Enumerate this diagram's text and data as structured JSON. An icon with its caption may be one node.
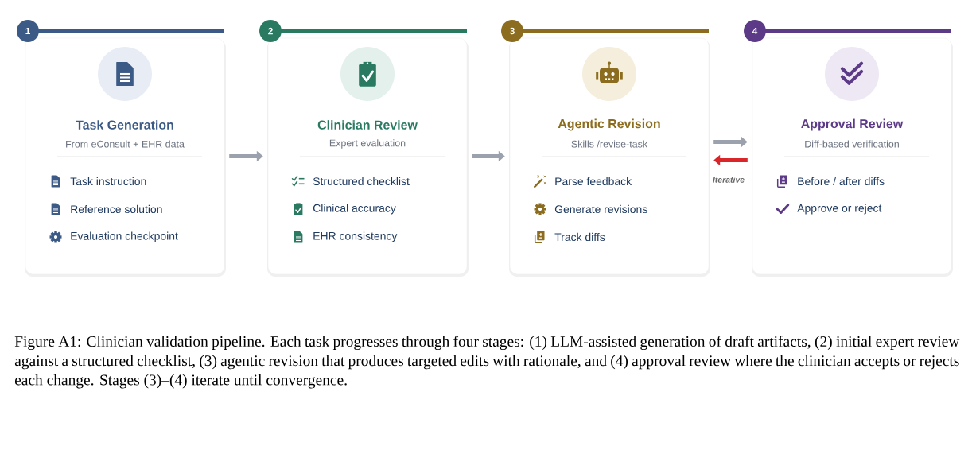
{
  "diagram": {
    "caption": "Figure A1: Clinician validation pipeline. Each task progresses through four stages: (1) LLM-assisted generation of draft artifacts, (2) initial expert review against a structured checklist, (3) agentic revision that produces targeted edits with rationale, and (4) approval review where the clinician accepts or rejects each change. Stages (3)–(4) iterate until convergence.",
    "nodes": [
      {
        "text": [
          "1",
          "Task Generation",
          "From eConsult + EHR data",
          "Task instruction",
          "Reference solution",
          "Evaluation checkpoint"
        ]
      },
      {
        "text": [
          "2",
          "Clinician Review",
          "Expert evaluation",
          "Structured checklist",
          "Clinical accuracy",
          "EHR consistency"
        ]
      },
      {
        "text": [
          "3",
          "Agentic Revision",
          "Skills /revise-task",
          "Parse feedback",
          "Generate revisions",
          "Track diffs"
        ]
      },
      {
        "text": [
          "4",
          "Approval Review",
          "Diff-based verification",
          "Before / after diffs",
          "Approve or reject"
        ]
      }
    ],
    "edges": [
      {
        "from": 0,
        "to": 1,
        "arrow": "to"
      },
      {
        "from": 1,
        "to": 2,
        "arrow": "to"
      },
      {
        "from": 2,
        "to": 3,
        "arrow": "to"
      },
      {
        "from": 3,
        "to": 2,
        "arrow": "to",
        "label": "Iterative",
        "color": "#d9262a"
      }
    ]
  }
}
